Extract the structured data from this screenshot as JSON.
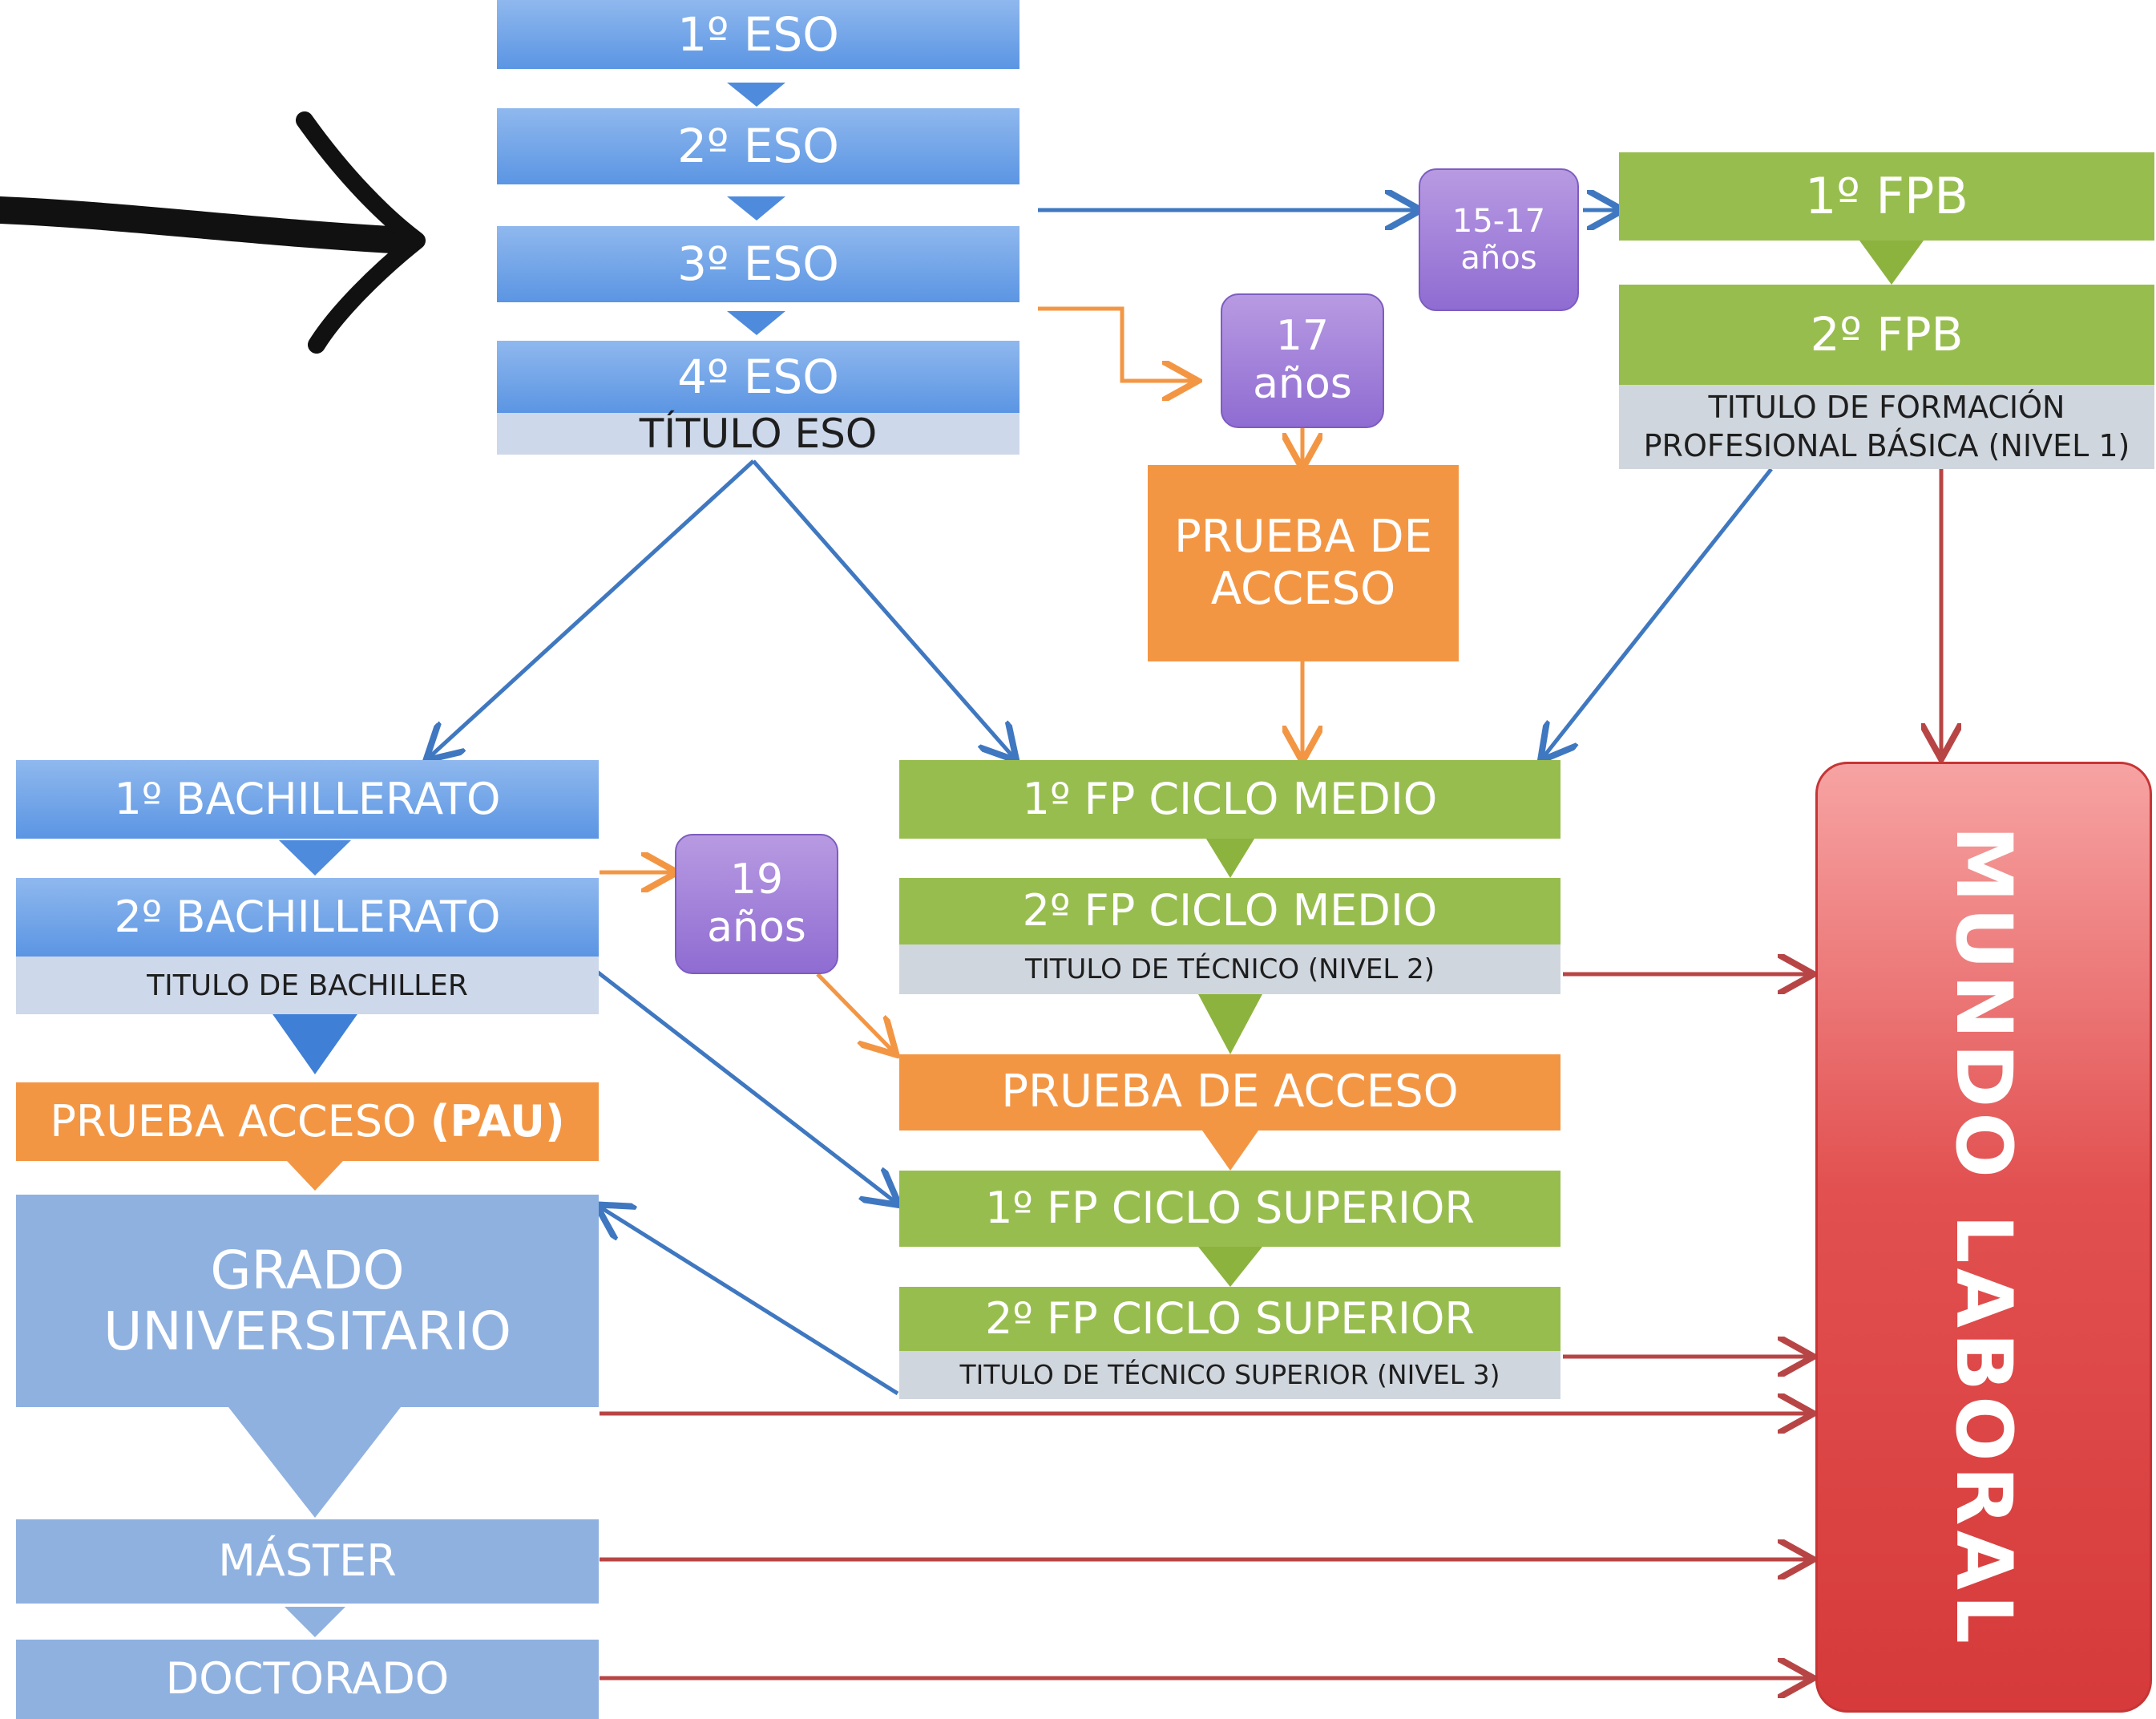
{
  "eso": {
    "y1": "1º ESO",
    "y2": "2º ESO",
    "y3": "3º ESO",
    "y4": "4º ESO",
    "title": "TÍTULO ESO"
  },
  "fpb": {
    "y1": "1º FPB",
    "y2": "2º FPB",
    "title_line1": "TITULO DE FORMACIÓN",
    "title_line2": "PROFESIONAL BÁSICA (NIVEL 1)"
  },
  "ages": {
    "a15_17_line1": "15-17",
    "a15_17_line2": "años",
    "a17_line1": "17",
    "a17_line2": "años",
    "a19_line1": "19",
    "a19_line2": "años"
  },
  "prueba_acceso_top": {
    "line1": "PRUEBA DE",
    "line2": "ACCESO"
  },
  "bachillerato": {
    "y1": "1º BACHILLERATO",
    "y2": "2º BACHILLERATO",
    "title": "TITULO DE BACHILLER",
    "pau_text": "PRUEBA ACCESO ",
    "pau_bold": "(PAU)"
  },
  "fp_medio": {
    "y1": "1º FP CICLO MEDIO",
    "y2": "2º FP CICLO MEDIO",
    "title": "TITULO DE TÉCNICO (NIVEL 2)"
  },
  "prueba_acceso_mid": "PRUEBA DE ACCESO",
  "fp_superior": {
    "y1": "1º FP CICLO SUPERIOR",
    "y2": "2º FP CICLO SUPERIOR",
    "title": "TITULO DE TÉCNICO SUPERIOR (NIVEL 3)"
  },
  "universidad": {
    "grado_line1": "GRADO",
    "grado_line2": "UNIVERSITARIO",
    "master": "MÁSTER",
    "doctorado": "DOCTORADO"
  },
  "mundo_laboral": "MUNDO LABORAL",
  "colors": {
    "blue": "#5b95e3",
    "green": "#98bd4f",
    "orange": "#f39644",
    "purple": "#8f6cd2",
    "red": "#d63a3a",
    "arrow_blue": "#3f78c0",
    "arrow_orange": "#f39644",
    "arrow_red": "#b84545"
  }
}
